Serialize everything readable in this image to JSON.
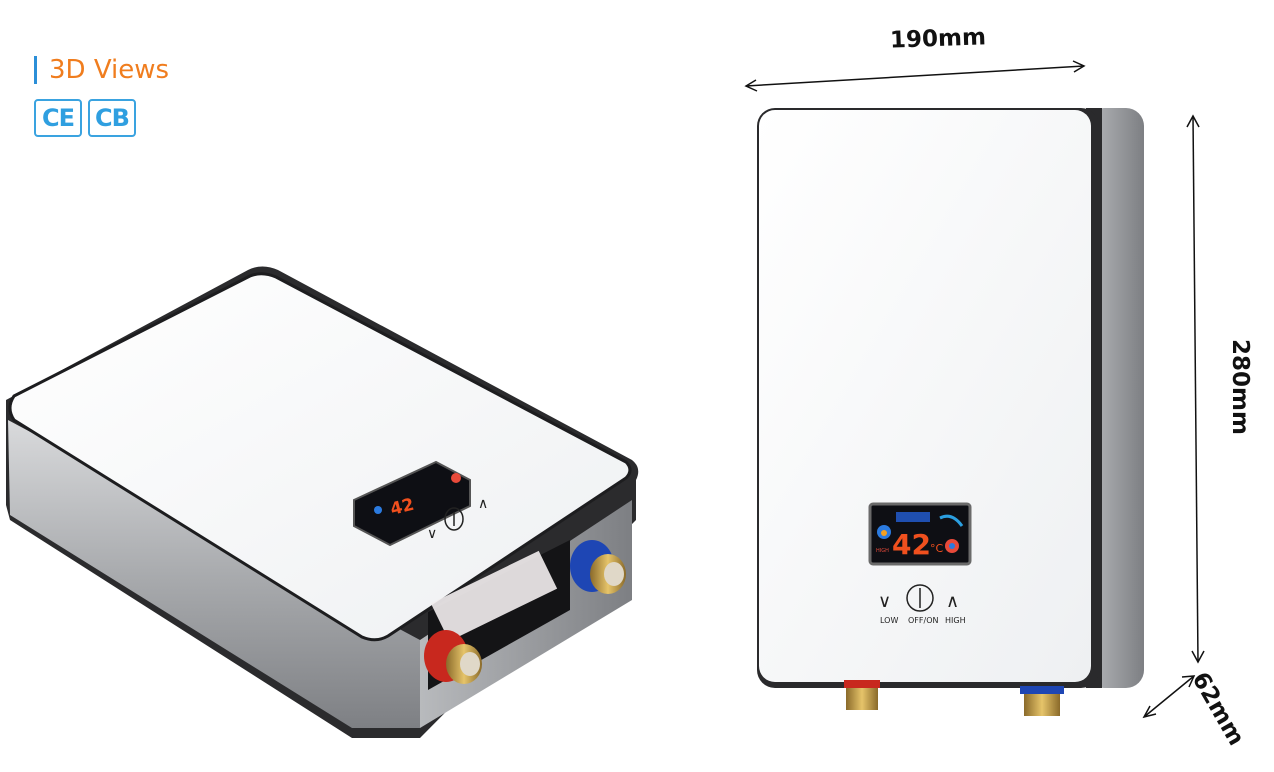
{
  "header": {
    "title": "3D Views",
    "certifications": [
      "CE",
      "CB"
    ]
  },
  "dimensions": {
    "width": "190mm",
    "height": "280mm",
    "depth": "62mm"
  },
  "display": {
    "temperature": "42",
    "unit": "°C",
    "mode": "HIGH"
  },
  "controls": {
    "low": "LOW",
    "power": "OFF/ON",
    "high": "HIGH"
  },
  "colors": {
    "accent": "#2b8fd8",
    "title": "#f07d1e",
    "hot_inlet": "#c8281e",
    "cold_inlet": "#1e46b4"
  }
}
